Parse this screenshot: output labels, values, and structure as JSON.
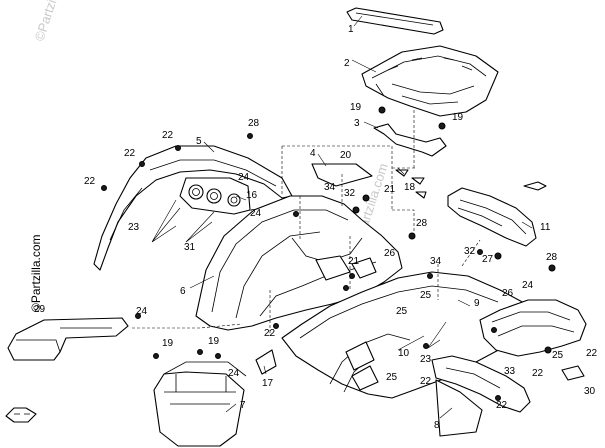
{
  "watermarks": {
    "top": "©Partzilla.com",
    "side": "©Partzilla.com",
    "center": "©Partzilla.com"
  },
  "callouts": [
    {
      "id": "c1",
      "label": "1"
    },
    {
      "id": "c2",
      "label": "2"
    },
    {
      "id": "c3",
      "label": "3"
    },
    {
      "id": "c4",
      "label": "4"
    },
    {
      "id": "c5",
      "label": "5"
    },
    {
      "id": "c6",
      "label": "6"
    },
    {
      "id": "c7",
      "label": "7"
    },
    {
      "id": "c8",
      "label": "8"
    },
    {
      "id": "c9",
      "label": "9"
    },
    {
      "id": "c10",
      "label": "10"
    },
    {
      "id": "c11",
      "label": "11"
    },
    {
      "id": "c16",
      "label": "16"
    },
    {
      "id": "c17",
      "label": "17"
    },
    {
      "id": "c18",
      "label": "18"
    },
    {
      "id": "c19a",
      "label": "19"
    },
    {
      "id": "c19b",
      "label": "19"
    },
    {
      "id": "c19c",
      "label": "19"
    },
    {
      "id": "c19d",
      "label": "19"
    },
    {
      "id": "c20",
      "label": "20"
    },
    {
      "id": "c21a",
      "label": "21"
    },
    {
      "id": "c21b",
      "label": "21"
    },
    {
      "id": "c22a",
      "label": "22"
    },
    {
      "id": "c22b",
      "label": "22"
    },
    {
      "id": "c22c",
      "label": "22"
    },
    {
      "id": "c22d",
      "label": "22"
    },
    {
      "id": "c22e",
      "label": "22"
    },
    {
      "id": "c22f",
      "label": "22"
    },
    {
      "id": "c22g",
      "label": "22"
    },
    {
      "id": "c22h",
      "label": "22"
    },
    {
      "id": "c23a",
      "label": "23"
    },
    {
      "id": "c23b",
      "label": "23"
    },
    {
      "id": "c24a",
      "label": "24"
    },
    {
      "id": "c24b",
      "label": "24"
    },
    {
      "id": "c24c",
      "label": "24"
    },
    {
      "id": "c24d",
      "label": "24"
    },
    {
      "id": "c25a",
      "label": "25"
    },
    {
      "id": "c25b",
      "label": "25"
    },
    {
      "id": "c25c",
      "label": "25"
    },
    {
      "id": "c25d",
      "label": "25"
    },
    {
      "id": "c26a",
      "label": "26"
    },
    {
      "id": "c26b",
      "label": "26"
    },
    {
      "id": "c27",
      "label": "27"
    },
    {
      "id": "c28a",
      "label": "28"
    },
    {
      "id": "c28b",
      "label": "28"
    },
    {
      "id": "c28c",
      "label": "28"
    },
    {
      "id": "c29",
      "label": "29"
    },
    {
      "id": "c30",
      "label": "30"
    },
    {
      "id": "c31",
      "label": "31"
    },
    {
      "id": "c32a",
      "label": "32"
    },
    {
      "id": "c32b",
      "label": "32"
    },
    {
      "id": "c33",
      "label": "33"
    },
    {
      "id": "c34a",
      "label": "34"
    },
    {
      "id": "c34b",
      "label": "34"
    }
  ]
}
